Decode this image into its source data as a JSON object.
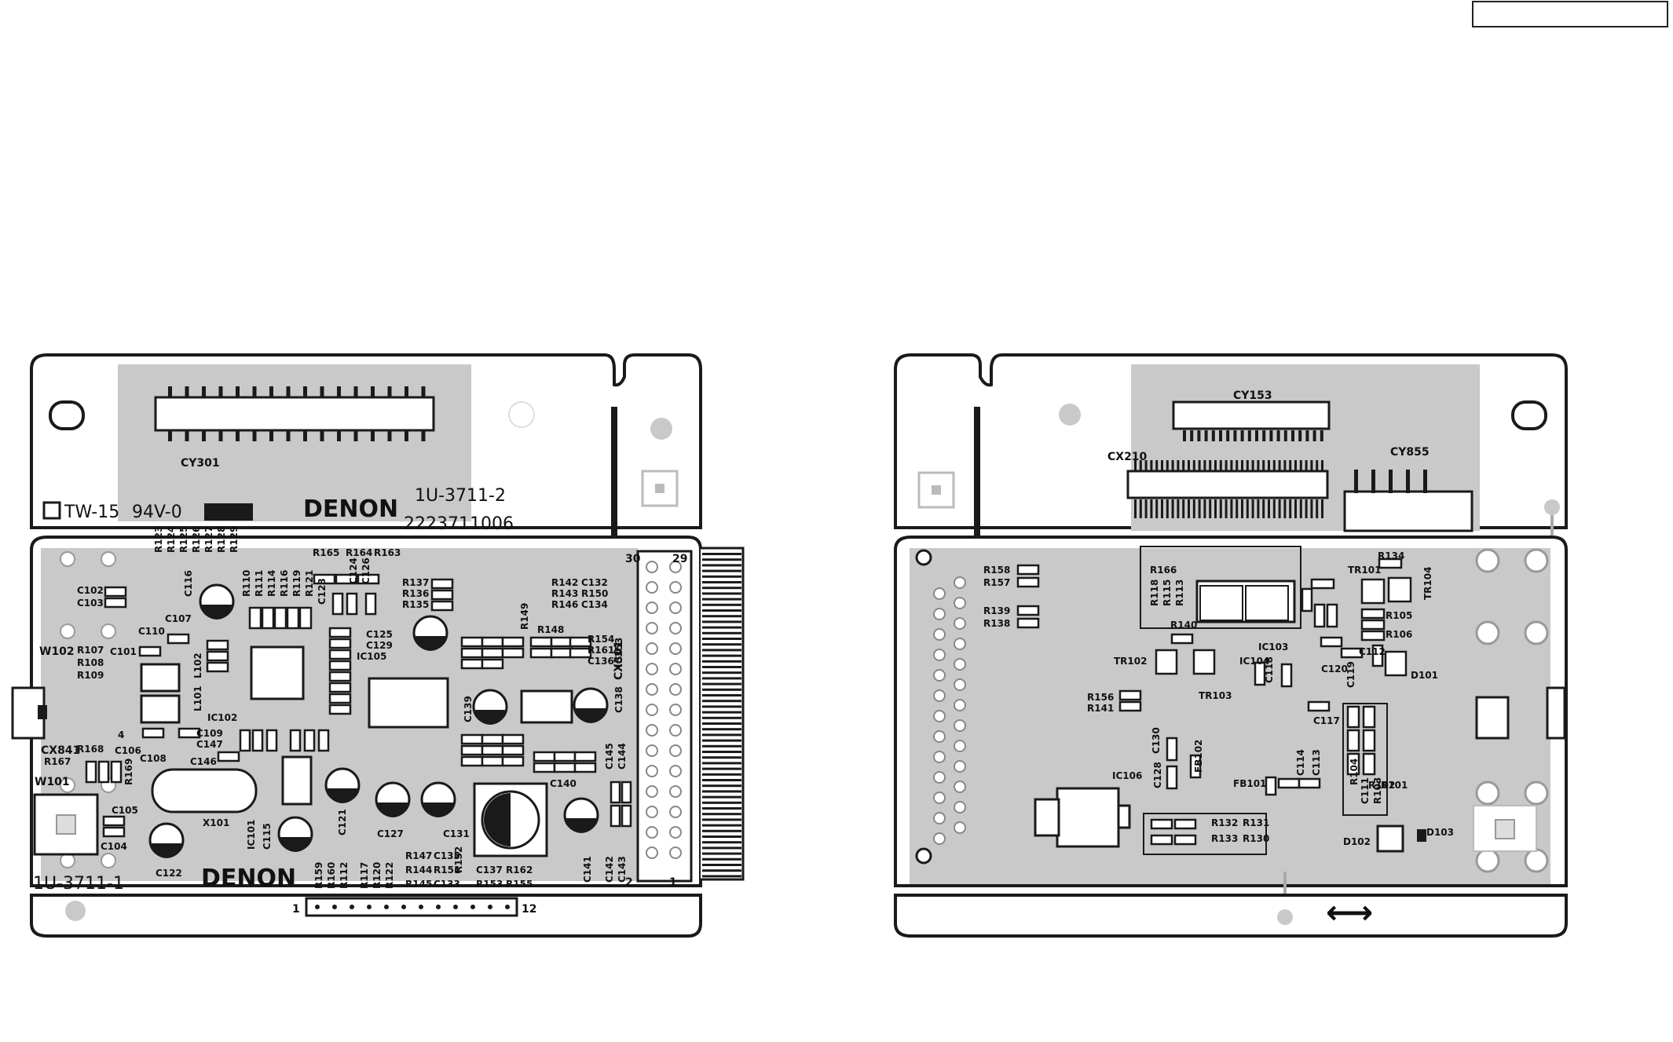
{
  "left_board": {
    "part_number_top": "1U-3711-2",
    "serial": "2223711006",
    "marking": "TW-15",
    "rating": "94V-0",
    "brand_top": "DENON",
    "brand_bottom": "DENON",
    "part_number_bottom": "1U-3711-1",
    "connector_top": "CY301",
    "connector_right": "CX301",
    "connector_right_pin_top": "29",
    "connector_right_pin_top2": "30",
    "connector_right_pin_bottom": "1",
    "connector_right_pin_bottom2": "2",
    "header_pin_start": "1",
    "header_pin_end": "12",
    "wire_labels": [
      "W102",
      "W101",
      "CX841"
    ],
    "component_labels": [
      "R123",
      "R124",
      "R125",
      "R126",
      "R127",
      "R128",
      "R129",
      "R165",
      "R164",
      "R163",
      "C116",
      "C102",
      "C103",
      "C107",
      "R110",
      "R111",
      "R114",
      "R116",
      "R119",
      "R121",
      "C123",
      "C124",
      "C126",
      "R137",
      "R136",
      "R135",
      "R142",
      "C132",
      "R143",
      "R150",
      "R146",
      "C134",
      "C110",
      "R107",
      "C101",
      "R108",
      "R109",
      "L102",
      "L101",
      "IC105",
      "C125",
      "C129",
      "R149",
      "R148",
      "R154",
      "R161",
      "C136",
      "IC353",
      "C138",
      "C139",
      "IC102",
      "C109",
      "C147",
      "C146",
      "C108",
      "C106",
      "R168",
      "R167",
      "R169",
      "C105",
      "C104",
      "X101",
      "IC101",
      "C115",
      "C121",
      "C127",
      "C131",
      "C140",
      "C145",
      "C144",
      "C141",
      "C142",
      "C143",
      "C122",
      "R159",
      "R160",
      "R112",
      "R117",
      "R120",
      "R122",
      "R147",
      "C135",
      "R144",
      "R151",
      "R145",
      "C133",
      "R152",
      "C137",
      "R162",
      "R153",
      "R155",
      "4"
    ]
  },
  "right_board": {
    "connector_top1": "CY153",
    "connector_top2": "CX210",
    "connector_top3": "CY855",
    "component_labels": [
      "R158",
      "R157",
      "R139",
      "R138",
      "R166",
      "R118",
      "R115",
      "R113",
      "R134",
      "TR101",
      "TR104",
      "R140",
      "R105",
      "R106",
      "IC103",
      "C112",
      "TR102",
      "IC104",
      "C118",
      "C120",
      "C119",
      "D101",
      "TR103",
      "R156",
      "R141",
      "C117",
      "C130",
      "C128",
      "FB102",
      "IC106",
      "C114",
      "C113",
      "FB101",
      "R104",
      "C111",
      "R102",
      "R103",
      "R101",
      "R132",
      "R131",
      "R133",
      "R130",
      "D102",
      "D103"
    ],
    "arrow_symbol": "⟷"
  },
  "colors": {
    "board_outline": "#1a1a1a",
    "silkscreen_gray": "#c9c9c9",
    "trace_light": "#e6e6e6",
    "pad_dark": "#222222"
  }
}
